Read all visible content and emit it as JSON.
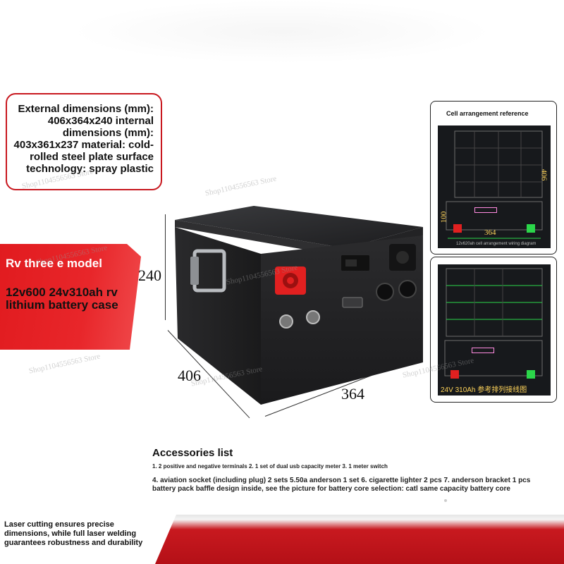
{
  "spec_box": {
    "text": "External dimensions (mm): 406x364x240 internal dimensions (mm): 403x361x237 material: cold-rolled steel plate surface technology: spray plastic"
  },
  "ribbon": {
    "title": "Rv three e model",
    "description": "12v600 24v310ah rv lithium battery case"
  },
  "dimensions": {
    "height": "240",
    "depth": "406",
    "width": "364"
  },
  "diagram_top": {
    "title": "Cell arrangement reference",
    "side_label": "406",
    "left_label": "100",
    "bottom_label": "364",
    "caption": "12v620ah cell arrangement wiring diagram"
  },
  "diagram_bottom": {
    "caption": "24V 310Ah 参考排列接线图"
  },
  "accessories": {
    "title": "Accessories list",
    "line1": "1. 2 positive and negative terminals 2. 1 set of dual usb capacity meter 3. 1 meter switch",
    "line2": "4. aviation socket (including plug) 2 sets 5.50a anderson 1 set 6. cigarette lighter 2 pcs 7. anderson bracket 1 pcs battery pack baffle design inside, see the picture for battery core selection: catl same capacity battery core"
  },
  "bottom_banner": {
    "text": "Laser cutting ensures precise dimensions, while full laser welding guarantees robustness and durability"
  },
  "watermark": "Shop1104556563 Store",
  "colors": {
    "accent_red": "#e11b1f",
    "case_black": "#1f1f21",
    "diagram_bg": "#17191c",
    "positive_terminal": "#e12020",
    "negative_terminal": "#2bd64a"
  }
}
